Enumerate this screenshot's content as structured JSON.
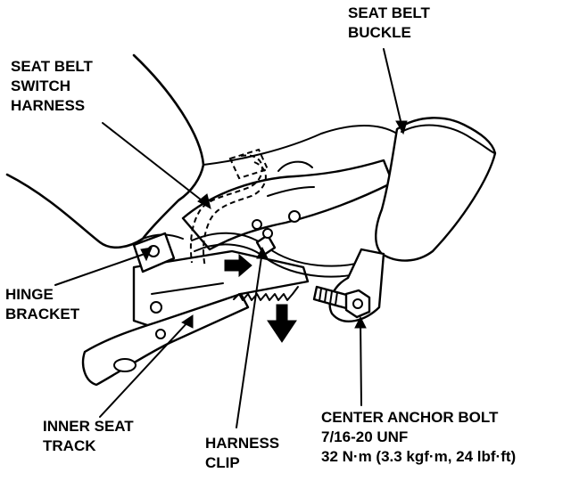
{
  "labels": {
    "seat_belt_buckle": [
      "SEAT BELT",
      "BUCKLE"
    ],
    "seat_belt_switch_harness": [
      "SEAT BELT",
      "SWITCH",
      "HARNESS"
    ],
    "hinge_bracket": [
      "HINGE",
      "BRACKET"
    ],
    "inner_seat_track": [
      "INNER SEAT",
      "TRACK"
    ],
    "harness_clip": [
      "HARNESS",
      "CLIP"
    ],
    "center_anchor_bolt": [
      "CENTER ANCHOR BOLT",
      "7/16-20 UNF",
      "32 N·m (3.3 kgf·m, 24 lbf·ft)"
    ]
  }
}
